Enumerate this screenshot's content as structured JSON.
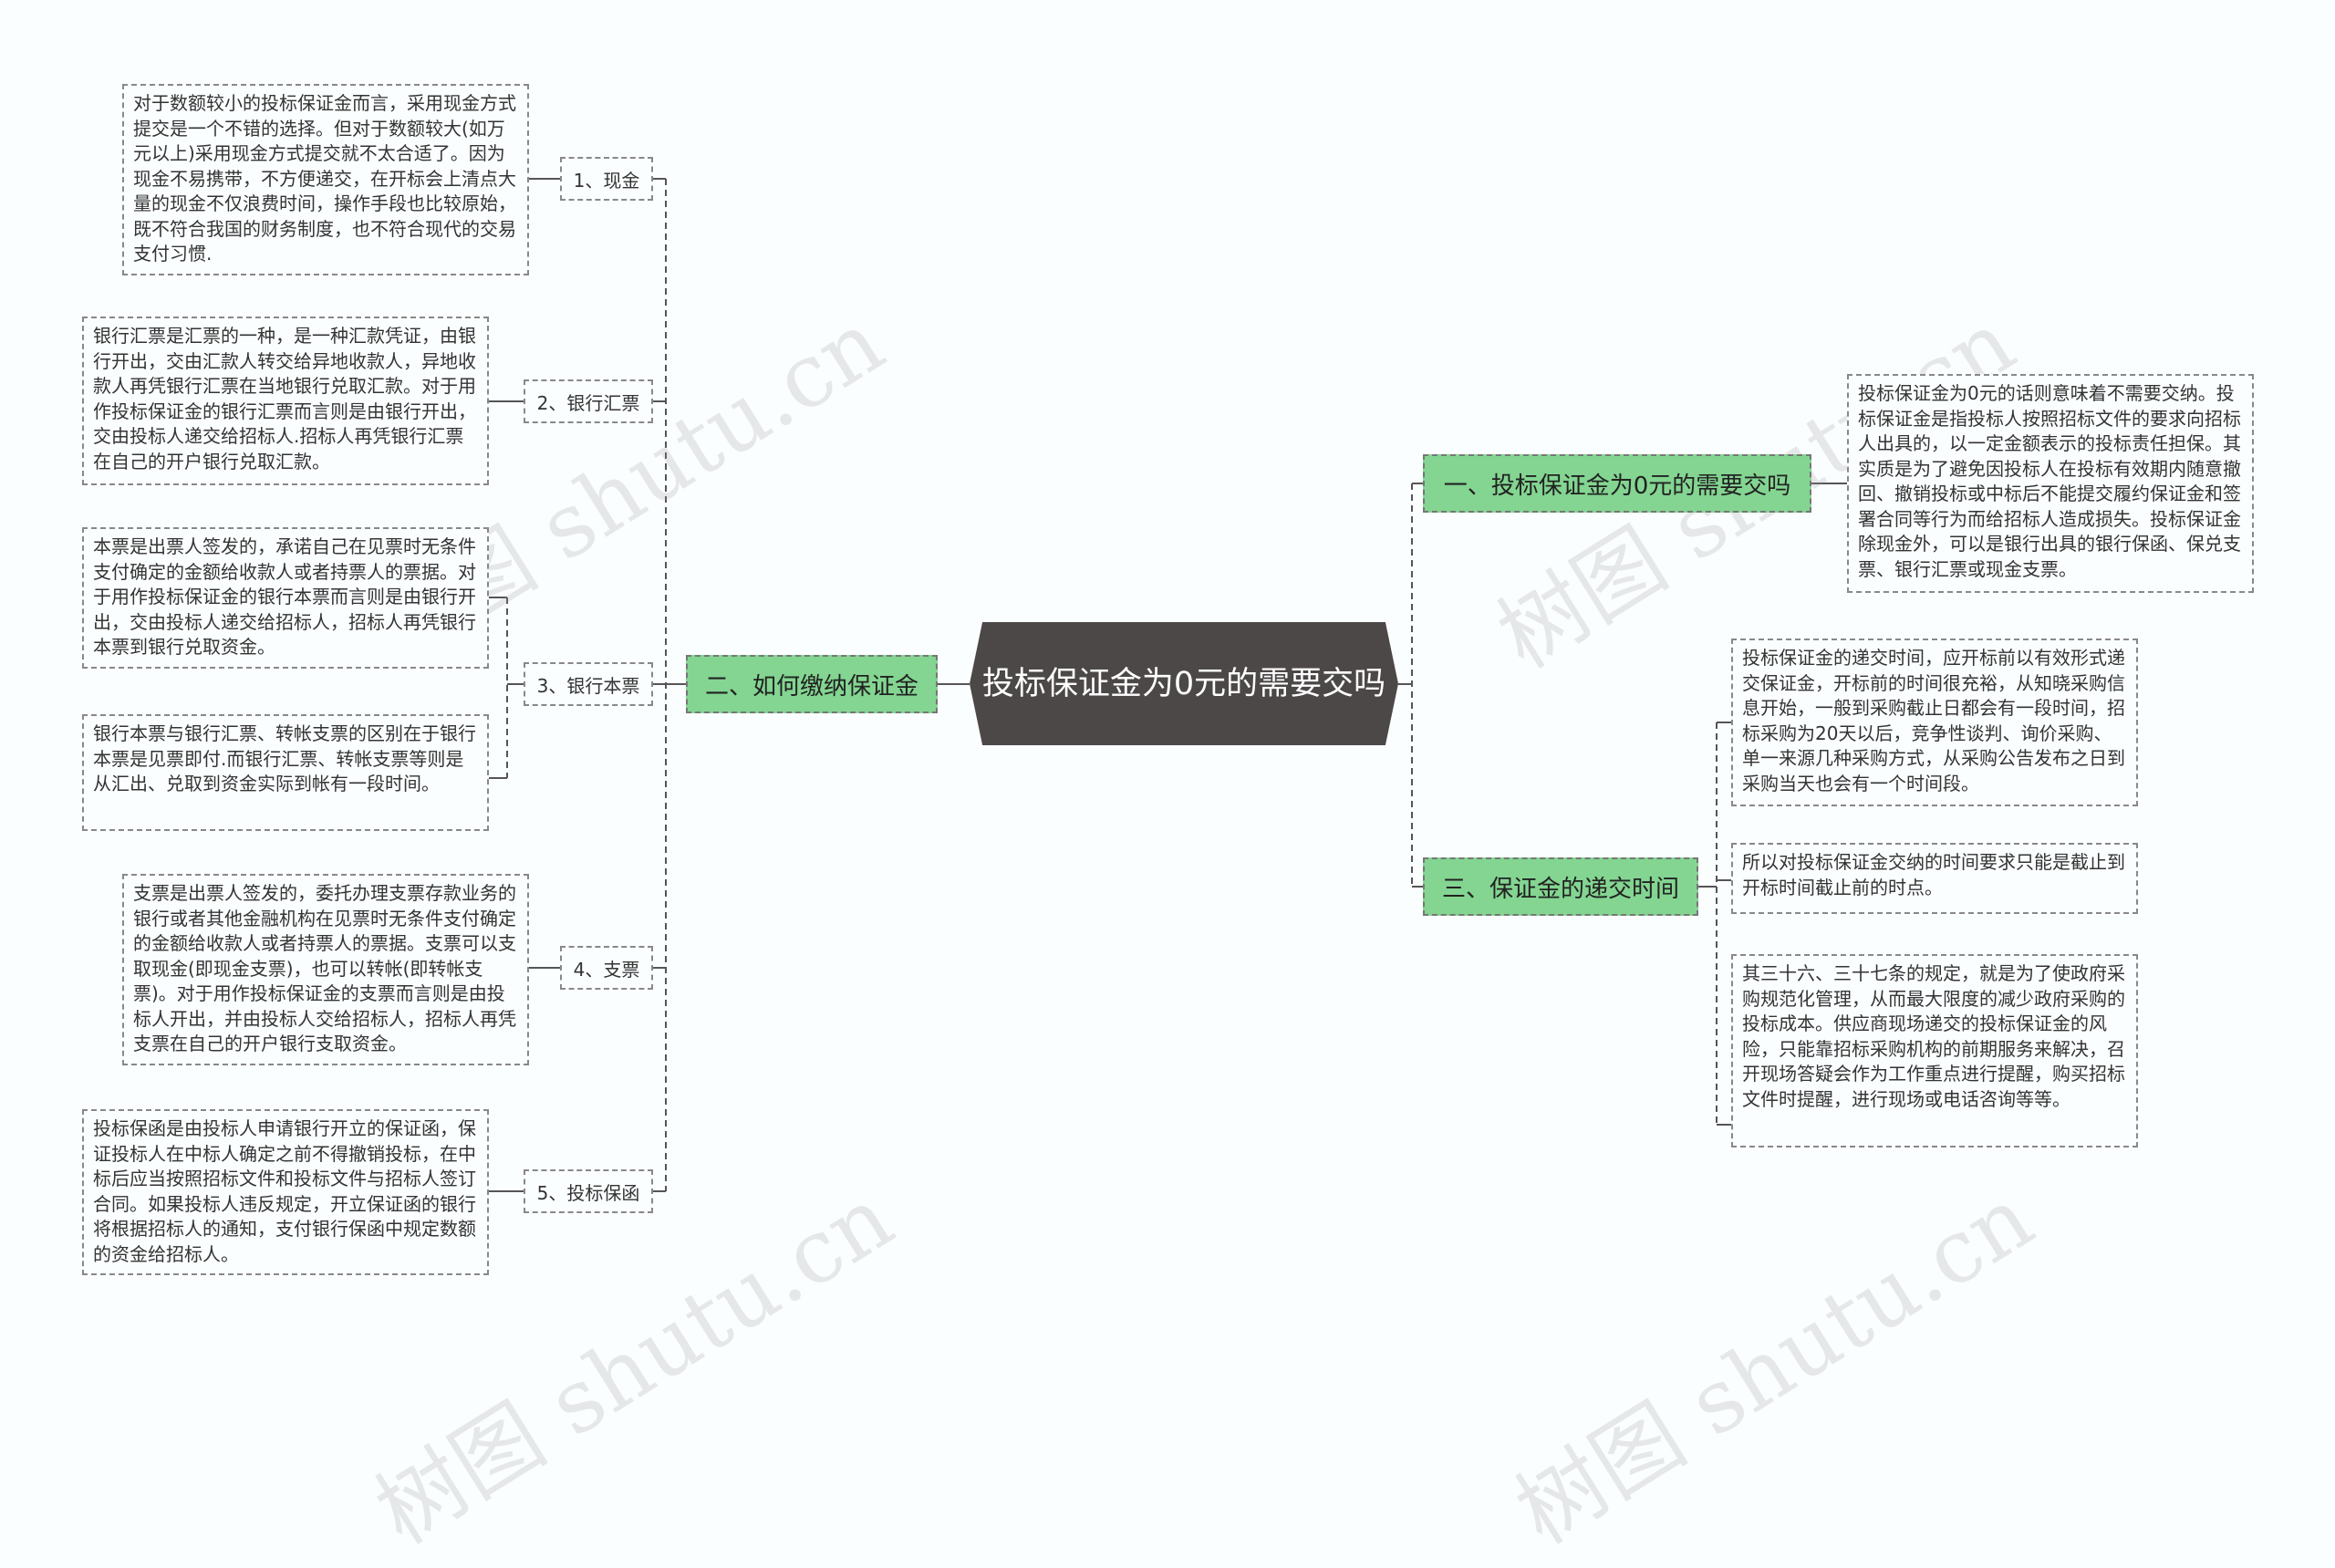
{
  "root": {
    "title": "投标保证金为0元的需要交吗"
  },
  "left_branch": {
    "label": "二、如何缴纳保证金",
    "items": [
      {
        "label": "1、现金",
        "notes": [
          "对于数额较小的投标保证金而言，采用现金方式提交是一个不错的选择。但对于数额较大(如万元以上)采用现金方式提交就不太合适了。因为现金不易携带，不方便递交，在开标会上清点大量的现金不仅浪费时间，操作手段也比较原始，既不符合我国的财务制度，也不符合现代的交易支付习惯."
        ]
      },
      {
        "label": "2、银行汇票",
        "notes": [
          "银行汇票是汇票的一种，是一种汇款凭证，由银行开出，交由汇款人转交给异地收款人，异地收款人再凭银行汇票在当地银行兑取汇款。对于用作投标保证金的银行汇票而言则是由银行开出，交由投标人递交给招标人.招标人再凭银行汇票在自己的开户银行兑取汇款。"
        ]
      },
      {
        "label": "3、银行本票",
        "notes": [
          "本票是出票人签发的，承诺自己在见票时无条件支付确定的金额给收款人或者持票人的票据。对于用作投标保证金的银行本票而言则是由银行开出，交由投标人递交给招标人，招标人再凭银行本票到银行兑取资金。",
          "银行本票与银行汇票、转帐支票的区别在于银行本票是见票即付.而银行汇票、转帐支票等则是从汇出、兑取到资金实际到帐有一段时间。"
        ]
      },
      {
        "label": "4、支票",
        "notes": [
          "支票是出票人签发的，委托办理支票存款业务的银行或者其他金融机构在见票时无条件支付确定的金额给收款人或者持票人的票据。支票可以支取现金(即现金支票)，也可以转帐(即转帐支票)。对于用作投标保证金的支票而言则是由投标人开出，并由投标人交给招标人，招标人再凭支票在自己的开户银行支取资金。"
        ]
      },
      {
        "label": "5、投标保函",
        "notes": [
          "投标保函是由投标人申请银行开立的保证函，保证投标人在中标人确定之前不得撤销投标，在中标后应当按照招标文件和投标文件与招标人签订合同。如果投标人违反规定，开立保证函的银行将根据招标人的通知，支付银行保函中规定数额的资金给招标人。"
        ]
      }
    ]
  },
  "right_branches": [
    {
      "label": "一、投标保证金为0元的需要交吗",
      "notes": [
        "投标保证金为0元的话则意味着不需要交纳。投标保证金是指投标人按照招标文件的要求向招标人出具的，以一定金额表示的投标责任担保。其实质是为了避免因投标人在投标有效期内随意撤回、撤销投标或中标后不能提交履约保证金和签署合同等行为而给招标人造成损失。投标保证金除现金外，可以是银行出具的银行保函、保兑支票、银行汇票或现金支票。"
      ]
    },
    {
      "label": "三、保证金的递交时间",
      "notes": [
        "投标保证金的递交时间，应开标前以有效形式递交保证金，开标前的时间很充裕，从知晓采购信息开始，一般到采购截止日都会有一段时间，招标采购为20天以后，竞争性谈判、询价采购、单一来源几种采购方式，从采购公告发布之日到采购当天也会有一个时间段。",
        "所以对投标保证金交纳的时间要求只能是截止到开标时间截止前的时点。",
        "其三十六、三十七条的规定，就是为了使政府采购规范化管理，从而最大限度的减少政府采购的投标成本。供应商现场递交的投标保证金的风险，只能靠招标采购机构的前期服务来解决，召开现场答疑会作为工作重点进行提醒，购买招标文件时提醒，进行现场或电话咨询等等。"
      ]
    }
  ],
  "watermark": "树图 shutu.cn",
  "colors": {
    "root_bg": "#4d4848",
    "branch_bg": "#83d591",
    "line": "#555555",
    "border": "#888888"
  }
}
